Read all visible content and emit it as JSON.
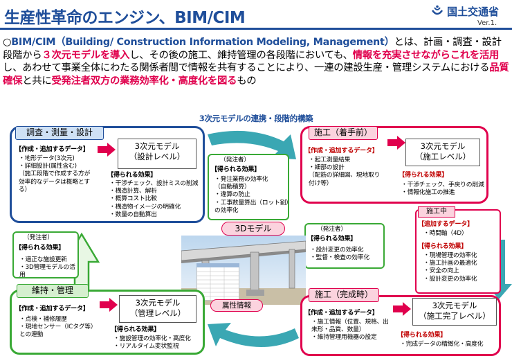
{
  "header": {
    "title": "生産性革命のエンジン、BIM/CIM",
    "logo_text": "国土交通省",
    "version": "Ver.1."
  },
  "intro": {
    "p1": "○",
    "p2": "BIM/CIM（Building/ Construction Information Modeling, Management）",
    "p3": "とは、計画・調査・設計段階から",
    "p4": "３次元モデルを導入",
    "p5": "し、その後の施工、維持管理の各段階においても、",
    "p6": "情報を充実させながらこれを活用",
    "p7": "し、あわせて事業全体にわたる関係者間で情報を共有することにより、一連の建設生産・管理システムにおける",
    "p8": "品質確保",
    "p9": "と共に",
    "p10": "受発注者双方の業務効率化・高度化を図る",
    "p11": "もの"
  },
  "diagram": {
    "section_title": "3次元モデルの連携・段階的構築",
    "survey": {
      "tab": "調査・測量・設計",
      "data_header": "【作成・追加するデータ】",
      "data_items": [
        "・地形データ(3次元)",
        "・詳細設計(属性含む)",
        "（施工段階で作成する方が",
        "効率的なデータは概略とす",
        "る）"
      ],
      "model_line1": "3次元モデル",
      "model_line2": "（設計レベル）",
      "effect_header": "【得られる効果】",
      "effect_items": [
        "・干渉チェック、設計ミスの削減",
        "・構造計算、解析",
        "・概算コスト比較",
        "・構造物イメージの明確化",
        "・数量の自動算出"
      ]
    },
    "orderer_top": {
      "title": "（発注者）",
      "header": "【得られる効果】",
      "items": [
        "・発注業務の効率化",
        "（自動積算）",
        "・違算の防止",
        "・工事数量算出（ロット割）",
        "の効率化"
      ]
    },
    "construction_start": {
      "tab": "施工（着手前）",
      "data_header": "【作成・追加するデータ】",
      "data_items": [
        "・起工測量結果",
        "・細部の設計",
        "（配筋の詳細図、現地取り",
        "付け等）"
      ],
      "model_line1": "3次元モデル",
      "model_line2": "（施工レベル）",
      "effect_header": "【得られる効果】",
      "effect_items": [
        "・干渉チェック、手戻りの削減",
        "・情報化施工の推進"
      ]
    },
    "construction_mid": {
      "tab": "施工中",
      "data_header": "【追加するデータ】",
      "data_items": [
        "・時間軸（4D）"
      ],
      "effect_header": "【得られる効果】",
      "effect_items": [
        "・現場管理の効率化",
        "・施工計画の最適化",
        "・安全の向上",
        "・設計変更の効率化"
      ]
    },
    "orderer_mid": {
      "title": "（発注者）",
      "header": "【得られる効果】",
      "items": [
        "・設計変更の効率化",
        "・監督・検査の効率化"
      ]
    },
    "orderer_left": {
      "title": "（発注者）",
      "header": "【得られる効果】",
      "items": [
        "・適正な施設更新",
        "・3D管理モデルの活用"
      ]
    },
    "model_3d_label": "3Dモデル",
    "attribute_label": "属性情報",
    "maintenance": {
      "tab": "維持・管理",
      "data_header": "【作成・追加するデータ】",
      "data_items": [
        "・点検・補修履歴",
        "・現地センサー（ICタグ等）",
        "との連動"
      ],
      "model_line1": "3次元モデル",
      "model_line2": "（管理レベル）",
      "effect_header": "【得られる効果】",
      "effect_items": [
        "・施設管理の効率化・高度化",
        "・リアルタイム変状監視"
      ]
    },
    "construction_done": {
      "tab": "施工（完成時）",
      "data_header": "【作成・追加するデータ】",
      "data_items": [
        "・施工情報（位置、規格、出",
        "来形・品質、数量）",
        "・維持管理用機器の設定"
      ],
      "model_line1": "3次元モデル",
      "model_line2": "（施工完了レベル）",
      "effect_header": "【得られる効果】",
      "effect_items": [
        "・完成データの精緻化・高度化"
      ]
    }
  },
  "colors": {
    "blue": "#1f4e9a",
    "red": "#e0004d",
    "green": "#39a935",
    "teal": "#3aa7b3",
    "pink": "#f5b7c8"
  }
}
